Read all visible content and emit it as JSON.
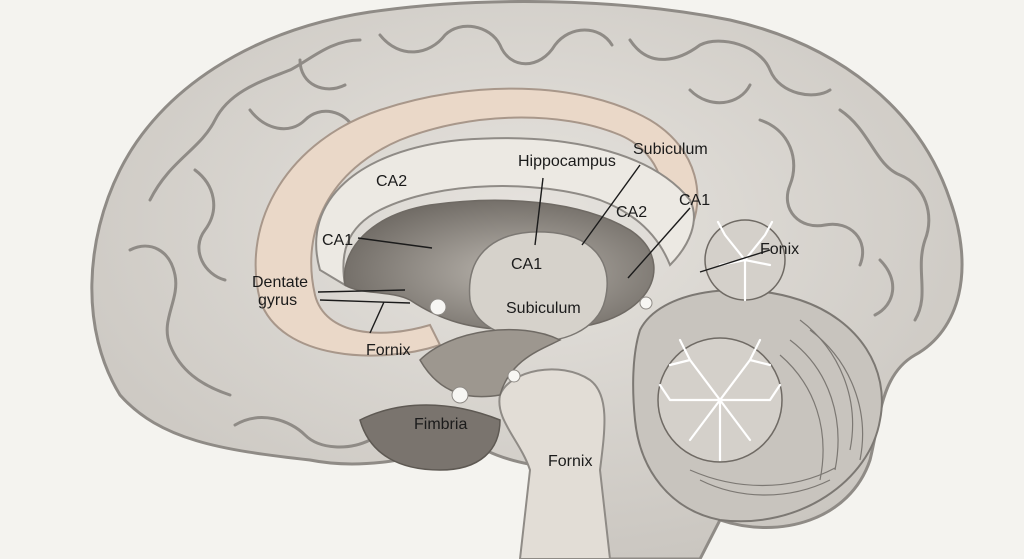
{
  "labels": {
    "hippocampus": "Hippocampus",
    "subiculum_top": "Subiculum",
    "ca2_left": "CA2",
    "ca1_left": "CA1",
    "dentate_gyrus_line1": "Dentate",
    "dentate_gyrus_line2": "gyrus",
    "fornix_left": "Fornix",
    "ca2_right": "CA2",
    "ca1_right": "CA1",
    "fonix_right": "Fonix",
    "ca1_center": "CA1",
    "subiculum_center": "Subiculum",
    "fimbria": "Fimbria",
    "fornix_bottom": "Fornix"
  },
  "colors": {
    "background": "#f4f3ef",
    "cortex": "#d9d6d0",
    "cortex_outline": "#8f8b86",
    "limbic_band": "#ead8c8",
    "white_matter": "#ece9e3",
    "brainstem": "#e2ddd6",
    "cerebellum": "#c8c4be",
    "label_text": "#1b1b1b"
  }
}
